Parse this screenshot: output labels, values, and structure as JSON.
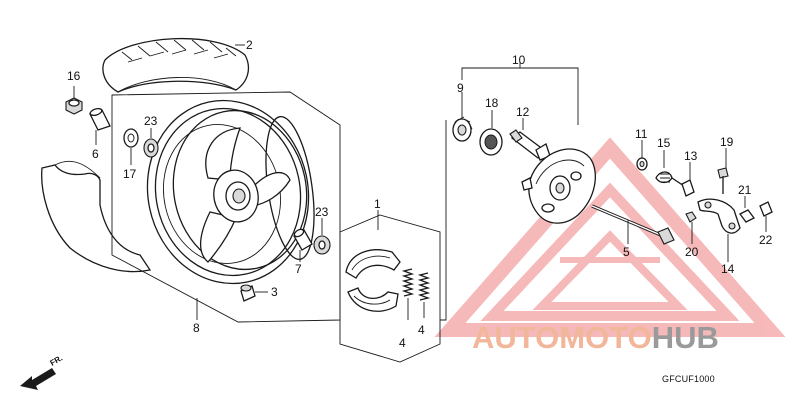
{
  "callouts": [
    {
      "id": "c2",
      "text": "2"
    },
    {
      "id": "c16",
      "text": "16"
    },
    {
      "id": "c6",
      "text": "6"
    },
    {
      "id": "c23a",
      "text": "23"
    },
    {
      "id": "c17",
      "text": "17"
    },
    {
      "id": "c23b",
      "text": "23"
    },
    {
      "id": "c7",
      "text": "7"
    },
    {
      "id": "c3",
      "text": "3"
    },
    {
      "id": "c8",
      "text": "8"
    },
    {
      "id": "c1",
      "text": "1"
    },
    {
      "id": "c4a",
      "text": "4"
    },
    {
      "id": "c4b",
      "text": "4"
    },
    {
      "id": "c10",
      "text": "10"
    },
    {
      "id": "c9",
      "text": "9"
    },
    {
      "id": "c18",
      "text": "18"
    },
    {
      "id": "c12",
      "text": "12"
    },
    {
      "id": "c11",
      "text": "11"
    },
    {
      "id": "c15",
      "text": "15"
    },
    {
      "id": "c13",
      "text": "13"
    },
    {
      "id": "c19",
      "text": "19"
    },
    {
      "id": "c5",
      "text": "5"
    },
    {
      "id": "c20",
      "text": "20"
    },
    {
      "id": "c21",
      "text": "21"
    },
    {
      "id": "c22",
      "text": "22"
    },
    {
      "id": "c14",
      "text": "14"
    }
  ],
  "direction_label": "FR.",
  "diagram_code": "GFCUF1000",
  "watermark": {
    "part1": "AUTOMOTO",
    "part2": "HUB",
    "color_primary": "#f2b79a",
    "color_secondary": "#9a9a9a",
    "triangle_color": "#f08080"
  }
}
